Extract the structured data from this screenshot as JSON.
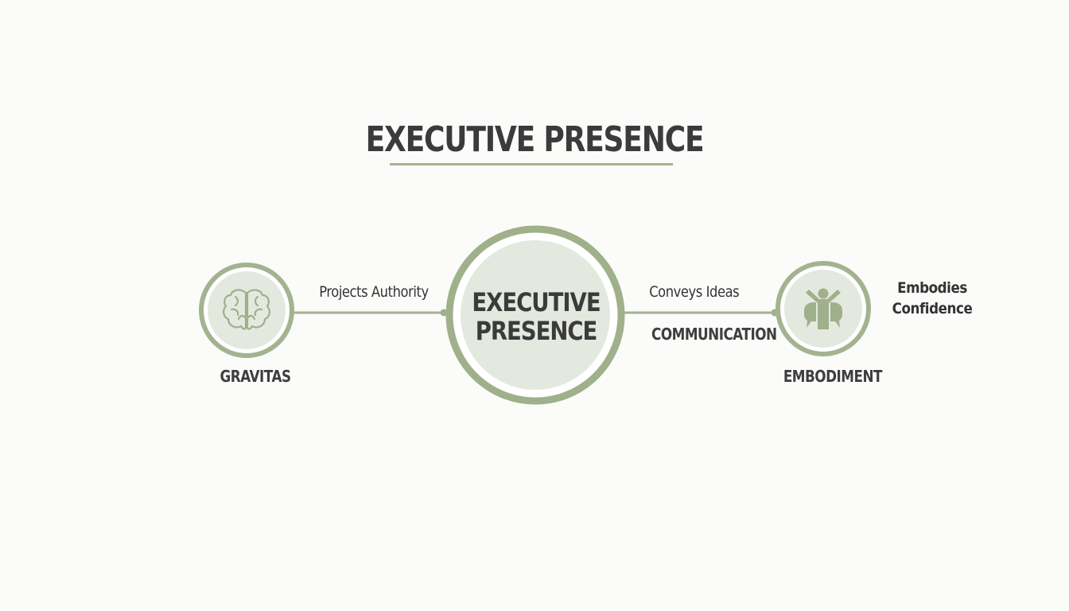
{
  "title": "EXECUTIVE PRESENCE",
  "center": {
    "line1": "EXECUTIVE",
    "line2": "PRESENCE"
  },
  "nodes": {
    "gravitas": {
      "label": "GRAVITAS",
      "connector_label": "Projects Authority",
      "icon": "brain-icon"
    },
    "communication": {
      "label": "COMMUNICATION",
      "connector_label": "Conveys Ideas"
    },
    "embodiment": {
      "label": "EMBODIMENT",
      "description_line1": "Embodies",
      "description_line2": "Confidence",
      "icon": "person-speech-icon"
    }
  },
  "colors": {
    "accent": "#9fb08b",
    "circle_fill": "#e4e9df",
    "text": "#3b3b3b",
    "background": "#fbfbfa"
  }
}
